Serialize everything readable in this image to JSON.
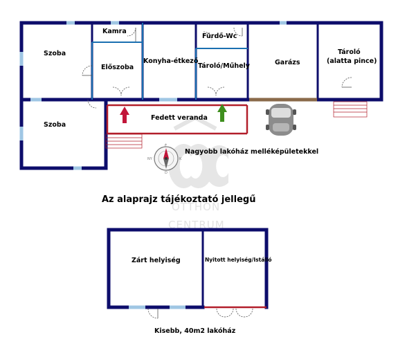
{
  "colors": {
    "wall": "#0d0d6b",
    "window": "#9fc6e4",
    "porch": "#b21e2a",
    "arrow_red": "#c2163a",
    "arrow_green": "#3f8f1e",
    "garage_threshold": "#8a6a4a",
    "watermark": "#cccccc"
  },
  "rooms": {
    "szoba_top": "Szoba",
    "kamra": "Kamra",
    "furdo": "Fürdő-Wc",
    "eloszoba": "Előszoba",
    "konyha": "Konyha-étkező",
    "tarolo_muhely": "Tároló/Műhely",
    "garazs": "Garázs",
    "tarolo_pince_1": "Tároló",
    "tarolo_pince_2": "(alatta pince)",
    "szoba_bottom": "Szoba",
    "fedett_veranda": "Fedett veranda",
    "zart": "Zárt helyiség",
    "nyitott": "Nyitott helyiség/Istálló"
  },
  "captions": {
    "main_building": "Nagyobb lakóház melléképületekkel",
    "disclaimer": "Az alaprajz tájékoztató jellegű",
    "small_building": "Kisebb, 40m2 lakóház"
  },
  "watermark": {
    "logo_text": "ÓC",
    "line1": "OTTHON",
    "line2": "CENTRUM"
  },
  "compass": {
    "north": "É",
    "east": "K",
    "south": "D",
    "west": "NY"
  },
  "icons": {
    "car": "car-icon",
    "compass": "compass-icon",
    "entry_arrow_red": "arrow-up-icon",
    "entry_arrow_green": "arrow-up-icon"
  }
}
